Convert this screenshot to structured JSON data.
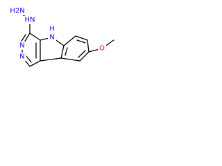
{
  "atoms": {
    "hydrazine_nh2": "H2N",
    "hydrazine_nh": "HN",
    "pyridazine_n_left": "N",
    "pyridazine_n_bottom": "N",
    "indole_nh": "N",
    "indole_h": "H",
    "ether_o": "O"
  },
  "colors": {
    "nitrogen": "#0000ff",
    "oxygen": "#ff0000",
    "bond": "#000000",
    "background": "#ffffff"
  }
}
